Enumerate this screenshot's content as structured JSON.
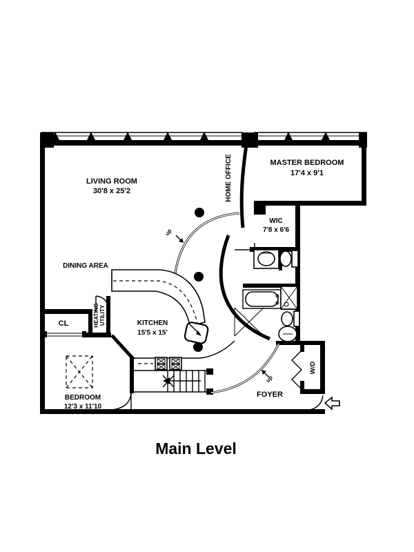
{
  "plan": {
    "title": "Main Level",
    "rooms": {
      "living_room": {
        "name": "LIVING ROOM",
        "dims": "30'8 x 25'2"
      },
      "home_office": {
        "name": "HOME OFFICE"
      },
      "master_bedroom": {
        "name": "MASTER BEDROOM",
        "dims": "17'4 x 9'1"
      },
      "wic": {
        "name": "WIC",
        "dims": "7'8 x 6'6"
      },
      "dining_area": {
        "name": "DINING AREA"
      },
      "kitchen": {
        "name": "KITCHEN",
        "dims": "15'5 x 15'"
      },
      "closet": {
        "name": "CL"
      },
      "heating_utility": {
        "line1": "HEATING",
        "line2": "UTILITY"
      },
      "bedroom": {
        "name": "BEDROOM",
        "dims": "12'3 x 11'10"
      },
      "foyer": {
        "name": "FOYER"
      },
      "laundry": {
        "name": "W/D"
      }
    },
    "stairs": {
      "up_label_upper": "up",
      "up_label_lower": "up"
    },
    "colors": {
      "ink": "#000000",
      "background": "#ffffff"
    }
  }
}
